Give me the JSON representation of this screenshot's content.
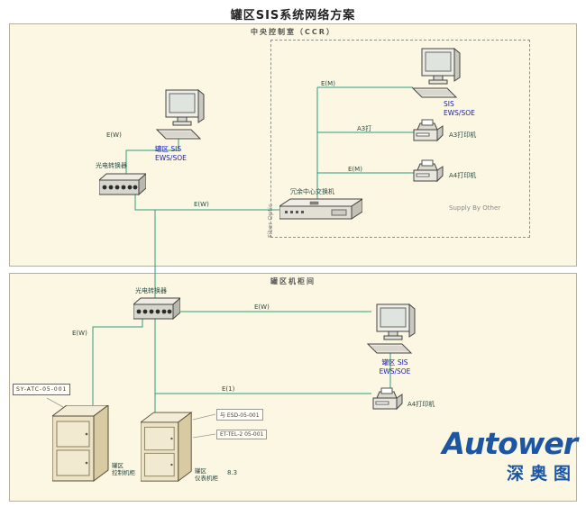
{
  "colors": {
    "line_color": "#2e9c82",
    "panel_bg": "#fbf7e2",
    "label_blue": "#1a1ab8",
    "logo_blue": "#1b55a4"
  },
  "title": "罐区SIS系统网络方案",
  "top_panel": {
    "header": "中央控制室（CCR）",
    "workstation_label": {
      "line1": "罐区 SIS",
      "line2": "EWS/SOE"
    },
    "converter_label": "光电转换器",
    "link_ws": "E(W)",
    "link_switch": "E(W)",
    "link_fiber": "Fiber Optic",
    "ccr_box": {
      "workstation_label": {
        "line1": "SIS",
        "line2": "EWS/SOE"
      },
      "link_ws": "E(M)",
      "printer_a3_label": "A3打印机",
      "link_a3": "A3打",
      "printer_a4_label": "A4打印机",
      "link_a4": "E(M)",
      "switch_label": "冗余中心交换机",
      "supply_note": "Supply By Other"
    }
  },
  "bottom_panel": {
    "header": "罐区机柜间",
    "converter_label": "光电转换器",
    "workstation_label": {
      "line1": "罐区 SIS",
      "line2": "EWS/SOE"
    },
    "printer_a4_label": "A4打印机",
    "link_cabinet": "E(W)",
    "link_ws": "E(W)",
    "link_printer": "E(1)",
    "tag_box": "SY-ATC-05-001",
    "cabinet_left_label": {
      "line1": "罐区",
      "line2": "控制机柜"
    },
    "cabinet_right_label": {
      "line1": "罐区",
      "line2": "仪表机柜"
    },
    "annotation_a": "与 ESD-05-001",
    "annotation_b": "ET-TEL-2 05-001",
    "page_note": "8.3"
  },
  "logo": {
    "brand": "Autower",
    "cn": "深奥图"
  }
}
